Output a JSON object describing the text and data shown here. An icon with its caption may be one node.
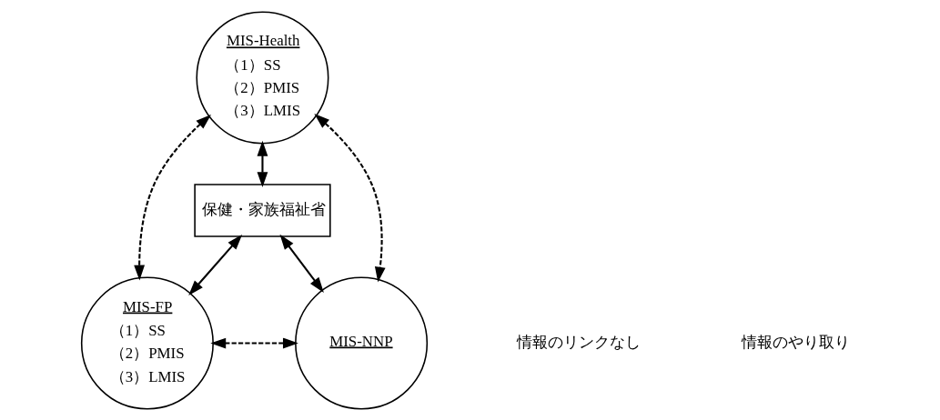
{
  "diagram": {
    "nodes": [
      {
        "text": [
          "MIS-Health",
          "（1）SS",
          "（2）PMIS",
          "（3）LMIS"
        ]
      },
      {
        "text": [
          "保健・家族福祉省"
        ]
      },
      {
        "text": [
          "MIS-FP",
          "（1）SS",
          "（2）PMIS",
          "（3）LMIS"
        ]
      },
      {
        "text": [
          "MIS-NNP"
        ]
      }
    ],
    "edges": [
      {
        "from": 0,
        "to": 2,
        "arrow": "both",
        "style": "dashed"
      },
      {
        "from": 0,
        "to": 3,
        "arrow": "both",
        "style": "dashed"
      },
      {
        "from": 0,
        "to": 1,
        "arrow": "both"
      },
      {
        "from": 1,
        "to": 2,
        "arrow": "both"
      },
      {
        "from": 1,
        "to": 3,
        "arrow": "both"
      },
      {
        "from": 2,
        "to": 3,
        "arrow": "both",
        "style": "dashed"
      }
    ],
    "legend": [
      {
        "text": "情報のリンクなし"
      },
      {
        "text": "情報のやり取り"
      }
    ]
  }
}
